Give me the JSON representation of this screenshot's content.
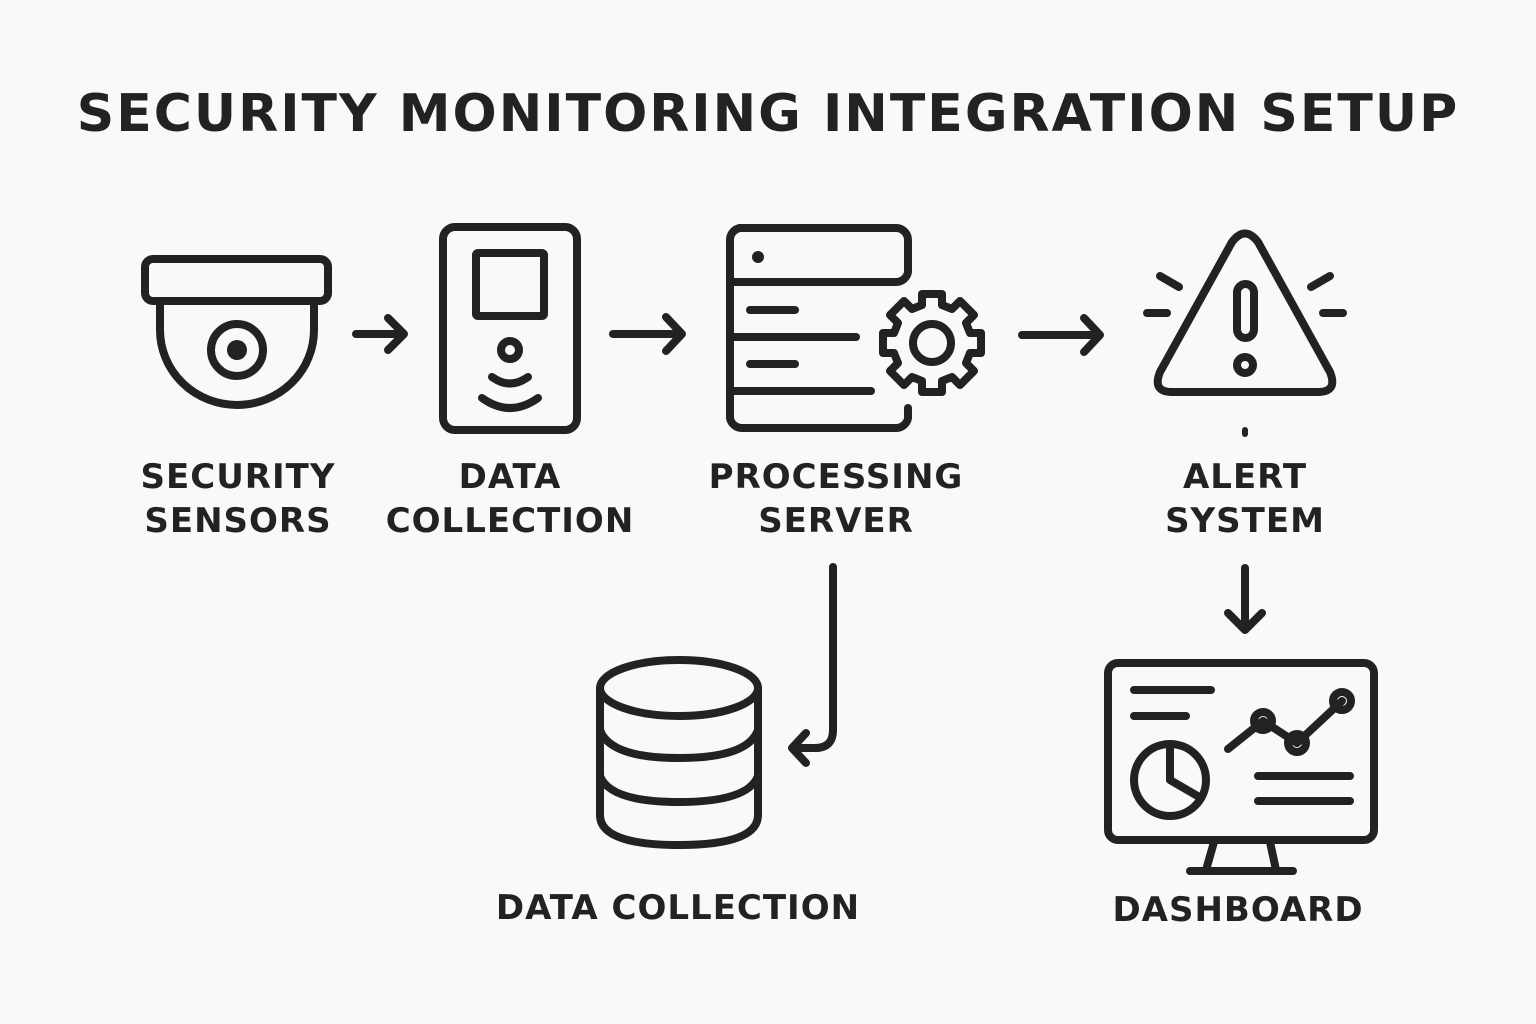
{
  "title": "SECURITY MONITORING INTEGRATION SETUP",
  "nodes": [
    {
      "id": "security-sensors",
      "label": "SECURITY\nSENSORS",
      "icon": "dome-camera-icon"
    },
    {
      "id": "data-collection-device",
      "label": "DATA\nCOLLECTION",
      "icon": "sensor-device-icon"
    },
    {
      "id": "processing-server",
      "label": "PROCESSING\nSERVER",
      "icon": "server-gear-icon"
    },
    {
      "id": "alert-system",
      "label": "ALERT\nSYSTEM",
      "icon": "warning-triangle-icon"
    },
    {
      "id": "data-collection-db",
      "label": "DATA COLLECTION",
      "icon": "database-icon"
    },
    {
      "id": "dashboard",
      "label": "DASHBOARD",
      "icon": "monitor-dashboard-icon"
    }
  ],
  "edges": [
    {
      "from": "security-sensors",
      "to": "data-collection-device"
    },
    {
      "from": "data-collection-device",
      "to": "processing-server"
    },
    {
      "from": "processing-server",
      "to": "alert-system"
    },
    {
      "from": "processing-server",
      "to": "data-collection-db"
    },
    {
      "from": "alert-system",
      "to": "dashboard"
    }
  ]
}
